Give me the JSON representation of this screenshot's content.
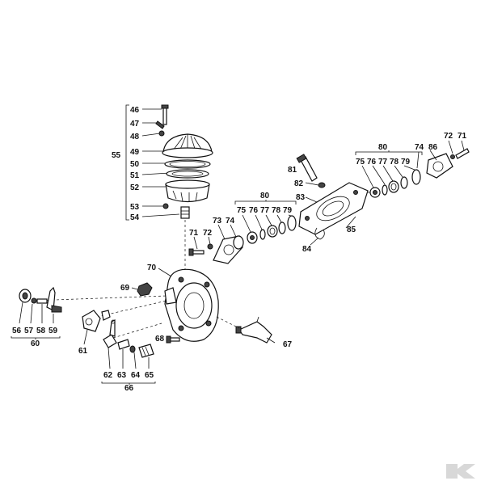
{
  "callouts": {
    "c46": "46",
    "c47": "47",
    "c48": "48",
    "c55": "55",
    "c49": "49",
    "c50": "50",
    "c51": "51",
    "c52": "52",
    "c53": "53",
    "c54": "54",
    "c80a": "80",
    "c74a": "74",
    "c86": "86",
    "c72a": "72",
    "c71a": "71",
    "c75a": "75",
    "c76a": "76",
    "c77a": "77",
    "c78a": "78",
    "c79a": "79",
    "c81": "81",
    "c82": "82",
    "c83": "83",
    "c85": "85",
    "c84": "84",
    "c80b": "80",
    "c75b": "75",
    "c76b": "76",
    "c77b": "77",
    "c78b": "78",
    "c79b": "79",
    "c73": "73",
    "c74b": "74",
    "c71b": "71",
    "c72b": "72",
    "c70": "70",
    "c69": "69",
    "c68": "68",
    "c67": "67",
    "c56": "56",
    "c57": "57",
    "c58": "58",
    "c59": "59",
    "c60": "60",
    "c61": "61",
    "c62": "62",
    "c63": "63",
    "c64": "64",
    "c65": "65",
    "c66": "66"
  },
  "logo_text": "K",
  "colors": {
    "ink": "#111111",
    "background": "#ffffff",
    "logo": "#d8d8d8"
  }
}
